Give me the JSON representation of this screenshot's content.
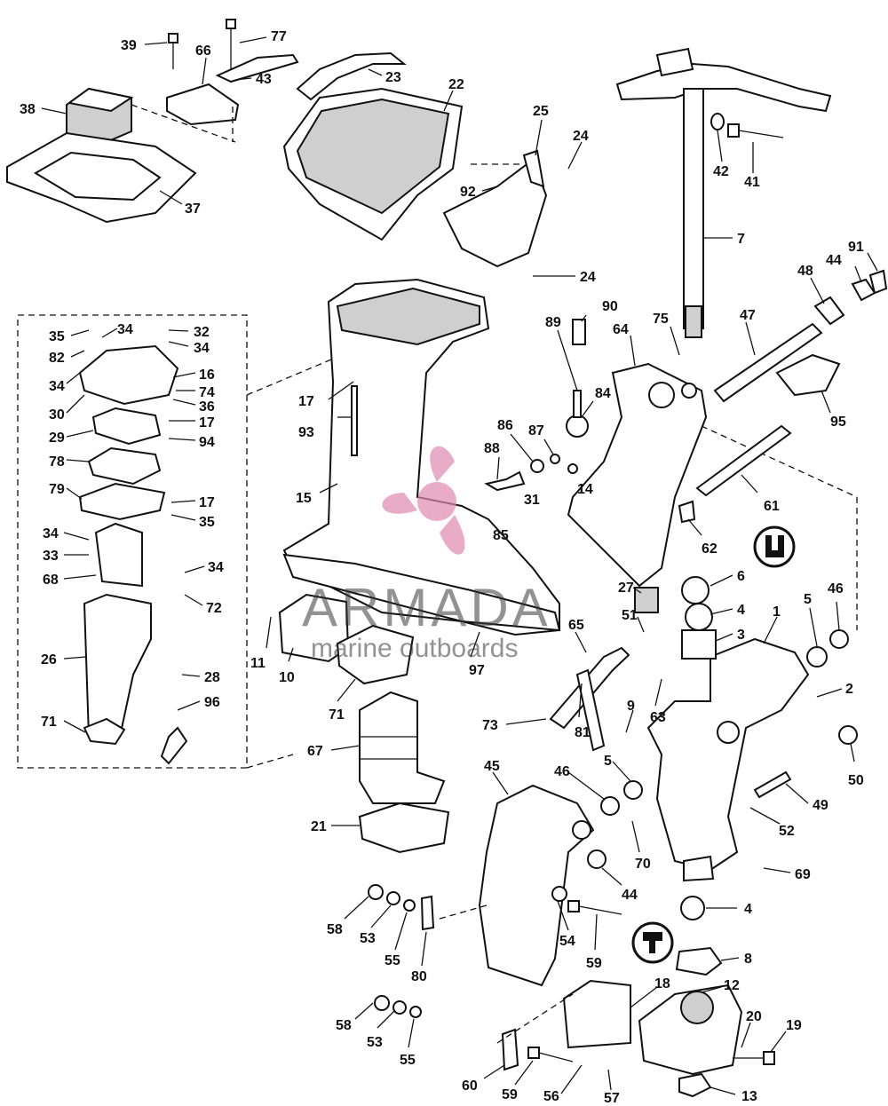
{
  "watermark": {
    "brand": "ARMADA",
    "tagline": "marine outboards",
    "logo_icon": "propeller-icon",
    "logo_color": "#e08ab0"
  },
  "callouts": [
    {
      "id": "39",
      "label": "39"
    },
    {
      "id": "66",
      "label": "66"
    },
    {
      "id": "77",
      "label": "77"
    },
    {
      "id": "43",
      "label": "43"
    },
    {
      "id": "38",
      "label": "38"
    },
    {
      "id": "37",
      "label": "37"
    },
    {
      "id": "23",
      "label": "23"
    },
    {
      "id": "22",
      "label": "22"
    },
    {
      "id": "25",
      "label": "25"
    },
    {
      "id": "24a",
      "label": "24"
    },
    {
      "id": "92",
      "label": "92"
    },
    {
      "id": "24b",
      "label": "24"
    },
    {
      "id": "42",
      "label": "42"
    },
    {
      "id": "41",
      "label": "41"
    },
    {
      "id": "7",
      "label": "7"
    },
    {
      "id": "91",
      "label": "91"
    },
    {
      "id": "44a",
      "label": "44"
    },
    {
      "id": "48",
      "label": "48"
    },
    {
      "id": "47",
      "label": "47"
    },
    {
      "id": "95",
      "label": "95"
    },
    {
      "id": "90",
      "label": "90"
    },
    {
      "id": "89",
      "label": "89"
    },
    {
      "id": "64",
      "label": "64"
    },
    {
      "id": "75",
      "label": "75"
    },
    {
      "id": "84",
      "label": "84"
    },
    {
      "id": "87",
      "label": "87"
    },
    {
      "id": "86",
      "label": "86"
    },
    {
      "id": "88",
      "label": "88"
    },
    {
      "id": "31",
      "label": "31"
    },
    {
      "id": "14",
      "label": "14"
    },
    {
      "id": "85",
      "label": "85"
    },
    {
      "id": "61",
      "label": "61"
    },
    {
      "id": "62",
      "label": "62"
    },
    {
      "id": "35a",
      "label": "35"
    },
    {
      "id": "34a",
      "label": "34"
    },
    {
      "id": "32",
      "label": "32"
    },
    {
      "id": "34b",
      "label": "34"
    },
    {
      "id": "82",
      "label": "82"
    },
    {
      "id": "16",
      "label": "16"
    },
    {
      "id": "34c",
      "label": "34"
    },
    {
      "id": "74",
      "label": "74"
    },
    {
      "id": "36",
      "label": "36"
    },
    {
      "id": "30",
      "label": "30"
    },
    {
      "id": "17a",
      "label": "17"
    },
    {
      "id": "29",
      "label": "29"
    },
    {
      "id": "94",
      "label": "94"
    },
    {
      "id": "78",
      "label": "78"
    },
    {
      "id": "79",
      "label": "79"
    },
    {
      "id": "17b",
      "label": "17"
    },
    {
      "id": "35b",
      "label": "35"
    },
    {
      "id": "34d",
      "label": "34"
    },
    {
      "id": "33",
      "label": "33"
    },
    {
      "id": "34e",
      "label": "34"
    },
    {
      "id": "68",
      "label": "68"
    },
    {
      "id": "72",
      "label": "72"
    },
    {
      "id": "26",
      "label": "26"
    },
    {
      "id": "28",
      "label": "28"
    },
    {
      "id": "96",
      "label": "96"
    },
    {
      "id": "71a",
      "label": "71"
    },
    {
      "id": "17c",
      "label": "17"
    },
    {
      "id": "93",
      "label": "93"
    },
    {
      "id": "15",
      "label": "15"
    },
    {
      "id": "11",
      "label": "11"
    },
    {
      "id": "10",
      "label": "10"
    },
    {
      "id": "71b",
      "label": "71"
    },
    {
      "id": "97",
      "label": "97"
    },
    {
      "id": "67",
      "label": "67"
    },
    {
      "id": "21",
      "label": "21"
    },
    {
      "id": "6",
      "label": "6"
    },
    {
      "id": "27",
      "label": "27"
    },
    {
      "id": "4a",
      "label": "4"
    },
    {
      "id": "51",
      "label": "51"
    },
    {
      "id": "3",
      "label": "3"
    },
    {
      "id": "1",
      "label": "1"
    },
    {
      "id": "5a",
      "label": "5"
    },
    {
      "id": "46a",
      "label": "46"
    },
    {
      "id": "65",
      "label": "65"
    },
    {
      "id": "63",
      "label": "63"
    },
    {
      "id": "2",
      "label": "2"
    },
    {
      "id": "73",
      "label": "73"
    },
    {
      "id": "81",
      "label": "81"
    },
    {
      "id": "9",
      "label": "9"
    },
    {
      "id": "50",
      "label": "50"
    },
    {
      "id": "45",
      "label": "45"
    },
    {
      "id": "46b",
      "label": "46"
    },
    {
      "id": "5b",
      "label": "5"
    },
    {
      "id": "49",
      "label": "49"
    },
    {
      "id": "52",
      "label": "52"
    },
    {
      "id": "70",
      "label": "70"
    },
    {
      "id": "69",
      "label": "69"
    },
    {
      "id": "44b",
      "label": "44"
    },
    {
      "id": "58a",
      "label": "58"
    },
    {
      "id": "53a",
      "label": "53"
    },
    {
      "id": "55a",
      "label": "55"
    },
    {
      "id": "80",
      "label": "80"
    },
    {
      "id": "54",
      "label": "54"
    },
    {
      "id": "59a",
      "label": "59"
    },
    {
      "id": "4b",
      "label": "4"
    },
    {
      "id": "8",
      "label": "8"
    },
    {
      "id": "18",
      "label": "18"
    },
    {
      "id": "12",
      "label": "12"
    },
    {
      "id": "58b",
      "label": "58"
    },
    {
      "id": "53b",
      "label": "53"
    },
    {
      "id": "55b",
      "label": "55"
    },
    {
      "id": "20",
      "label": "20"
    },
    {
      "id": "19",
      "label": "19"
    },
    {
      "id": "60",
      "label": "60"
    },
    {
      "id": "59b",
      "label": "59"
    },
    {
      "id": "56",
      "label": "56"
    },
    {
      "id": "57",
      "label": "57"
    },
    {
      "id": "13",
      "label": "13"
    }
  ],
  "icons": {
    "sealant_symbol": "sealant-symbol-icon",
    "lubricant_symbol": "lubricant-symbol-icon"
  }
}
